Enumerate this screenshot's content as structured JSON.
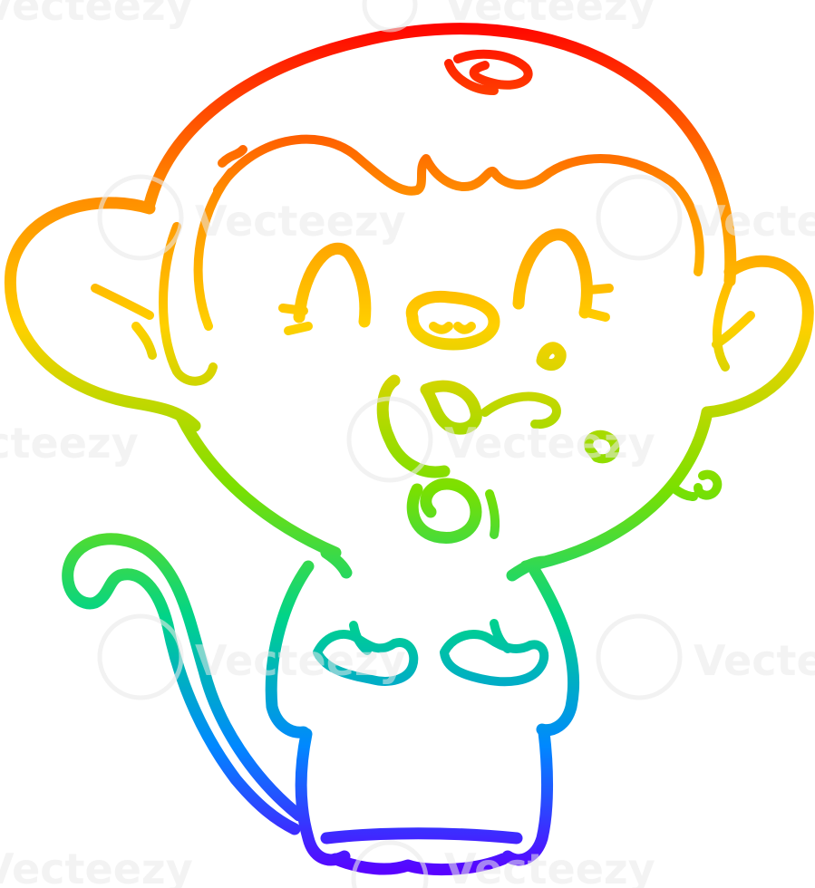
{
  "image": {
    "subject": "cartoon monkey",
    "style": "rainbow gradient line art",
    "background": "#ffffff",
    "gradient_colors": [
      "#ff0000",
      "#ff8a00",
      "#ffd000",
      "#7ae000",
      "#00d48a",
      "#0088ff",
      "#5a00ff"
    ]
  },
  "watermark": {
    "text": "Vecteezy",
    "logo_icon": "vecteezy-v-logo-icon"
  }
}
